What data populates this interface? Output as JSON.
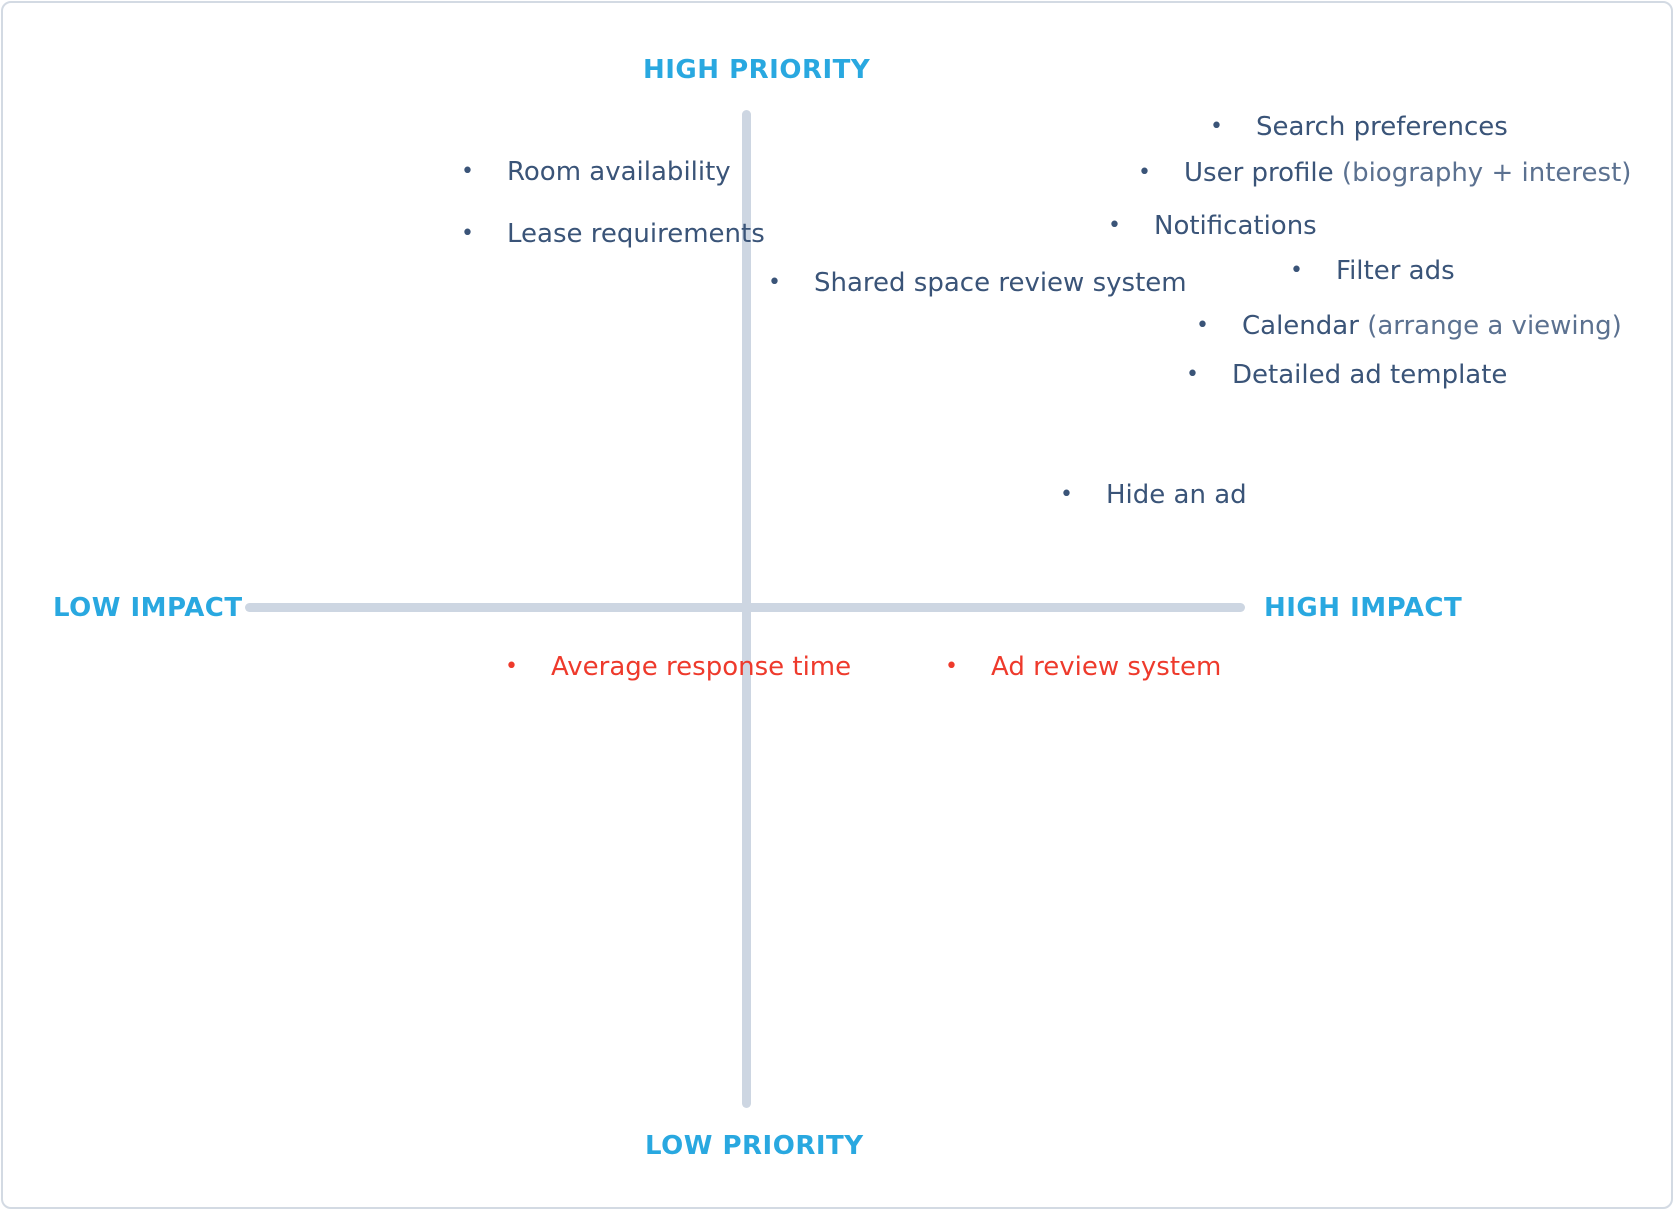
{
  "axes": {
    "top": "HIGH PRIORITY",
    "bottom": "LOW PRIORITY",
    "left": "LOW IMPACT",
    "right": "HIGH IMPACT"
  },
  "items": {
    "room_availability": "Room availability",
    "lease_requirements": "Lease requirements",
    "shared_space": "Shared space review system",
    "search_preferences": "Search preferences",
    "user_profile": "User profile",
    "user_profile_note": "(biography + interest)",
    "notifications": "Notifications",
    "filter_ads": "Filter ads",
    "calendar": "Calendar",
    "calendar_note": "(arrange a viewing)",
    "detailed_ad": "Detailed ad template",
    "hide_ad": "Hide an ad",
    "avg_response": "Average response time",
    "ad_review": "Ad review system"
  },
  "bullet": "•",
  "colors": {
    "axis": "#cdd6e2",
    "axis_label": "#29a8e0",
    "item": "#3a5478",
    "flagged_item": "#ee3a2c"
  }
}
